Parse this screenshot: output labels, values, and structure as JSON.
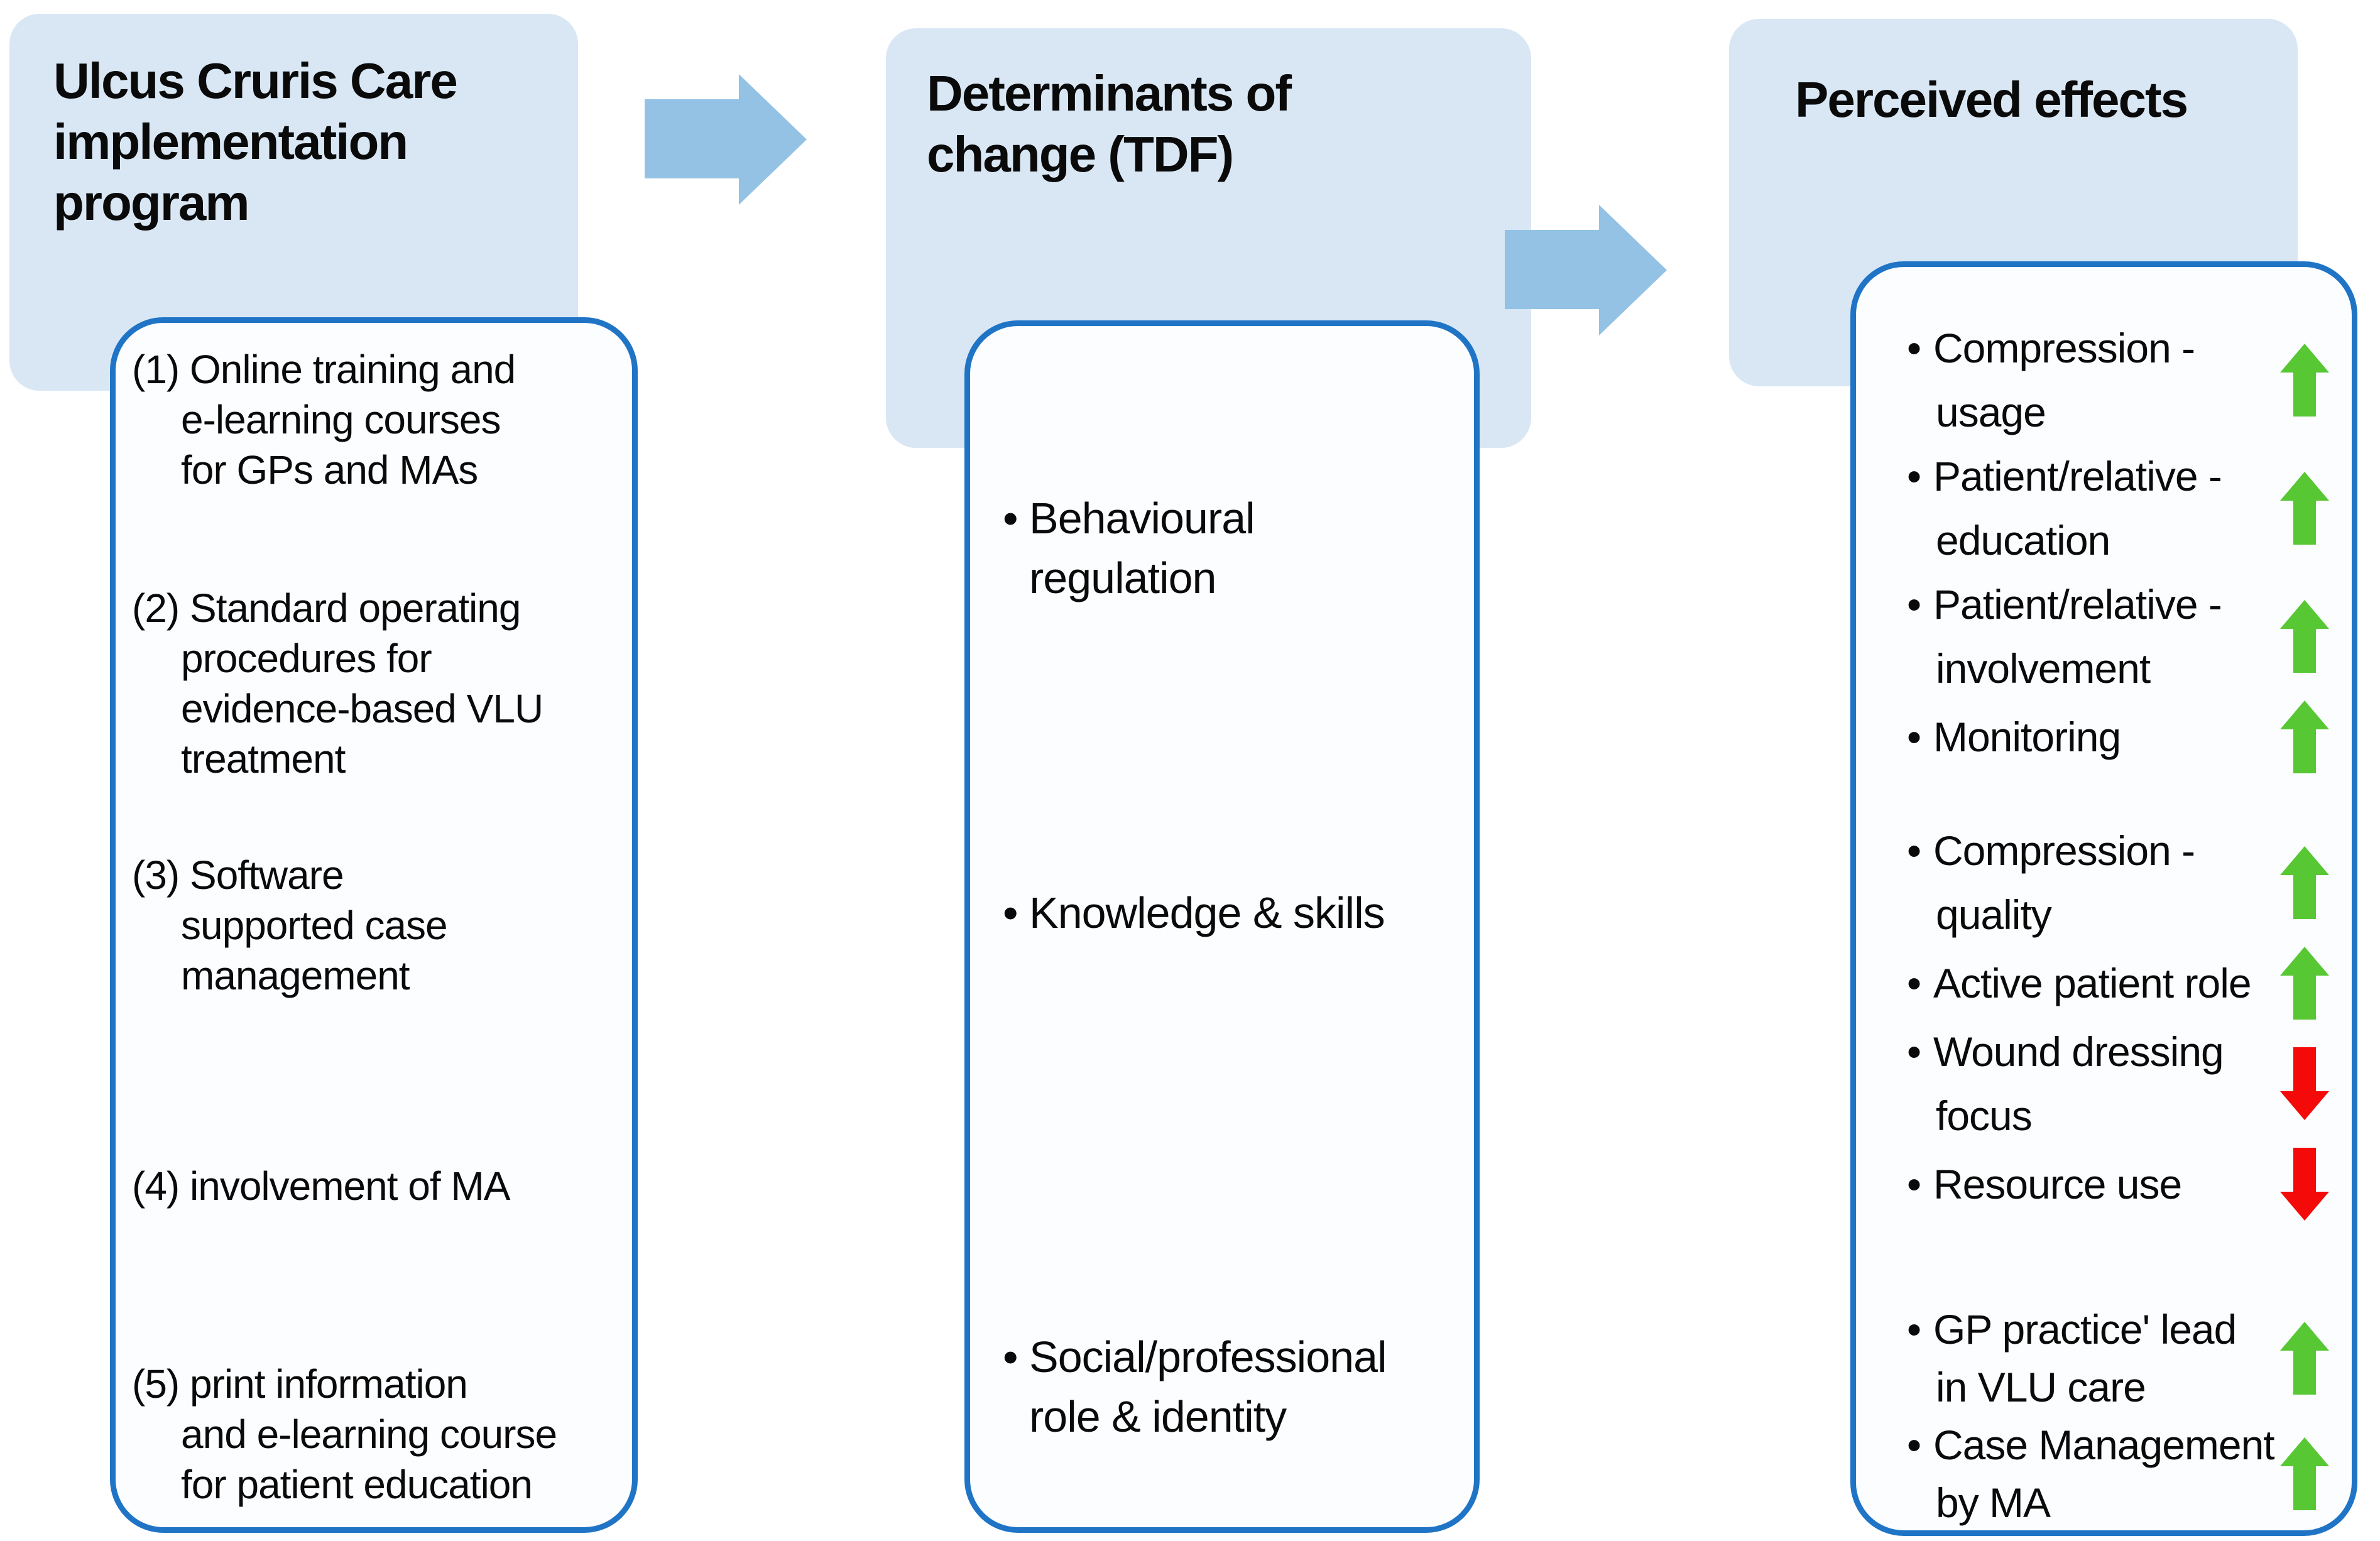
{
  "figure": {
    "type": "flow-diagram",
    "colors": {
      "header_box_bg": "#d9e7f5",
      "panel_border": "#1f74c6",
      "panel_bg": "#fbfdff",
      "connector_arrow": "#93c2e5",
      "up_arrow_green": "#58c734",
      "down_arrow_red": "#f50a0a",
      "text": "#0a0a0a"
    },
    "connectors": [
      {
        "name": "arrow-1",
        "direction": "right"
      },
      {
        "name": "arrow-2",
        "direction": "right"
      }
    ]
  },
  "columns": [
    {
      "id": "program",
      "header": {
        "lines": [
          "Ulcus Cruris Care",
          "implementation",
          "program"
        ]
      },
      "items": [
        {
          "lines": [
            "(1) Online training and",
            "e-learning courses",
            "for GPs and MAs"
          ]
        },
        {
          "lines": [
            "(2) Standard operating",
            "procedures for",
            "evidence-based VLU",
            "treatment"
          ]
        },
        {
          "lines": [
            "(3) Software",
            "supported case",
            "management"
          ]
        },
        {
          "lines": [
            "(4) involvement of MA"
          ]
        },
        {
          "lines": [
            "(5) print information",
            "and e-learning course",
            "for patient education"
          ]
        }
      ]
    },
    {
      "id": "determinants",
      "header": {
        "lines": [
          "Determinants of",
          "change (TDF)"
        ]
      },
      "items": [
        {
          "lines": [
            "Behavioural",
            "regulation"
          ]
        },
        {
          "lines": [
            "Knowledge & skills"
          ]
        },
        {
          "lines": [
            "Social/professional",
            "role & identity"
          ]
        }
      ]
    },
    {
      "id": "effects",
      "header": {
        "lines": [
          "Perceived effects"
        ]
      },
      "groups": [
        {
          "items": [
            {
              "lines": [
                "Compression -",
                "usage"
              ],
              "arrow": "up"
            },
            {
              "lines": [
                "Patient/relative -",
                "education"
              ],
              "arrow": "up"
            },
            {
              "lines": [
                "Patient/relative -",
                "involvement"
              ],
              "arrow": "up"
            },
            {
              "lines": [
                "Monitoring"
              ],
              "arrow": "up"
            }
          ]
        },
        {
          "items": [
            {
              "lines": [
                "Compression -",
                "quality"
              ],
              "arrow": "up"
            },
            {
              "lines": [
                "Active patient role"
              ],
              "arrow": "up"
            },
            {
              "lines": [
                "Wound dressing",
                "focus"
              ],
              "arrow": "down"
            },
            {
              "lines": [
                "Resource use"
              ],
              "arrow": "down"
            }
          ]
        },
        {
          "items": [
            {
              "lines": [
                "GP practice' lead",
                "in VLU care"
              ],
              "arrow": "up"
            },
            {
              "lines": [
                "Case Management",
                "by MA"
              ],
              "arrow": "up"
            }
          ]
        }
      ]
    }
  ]
}
